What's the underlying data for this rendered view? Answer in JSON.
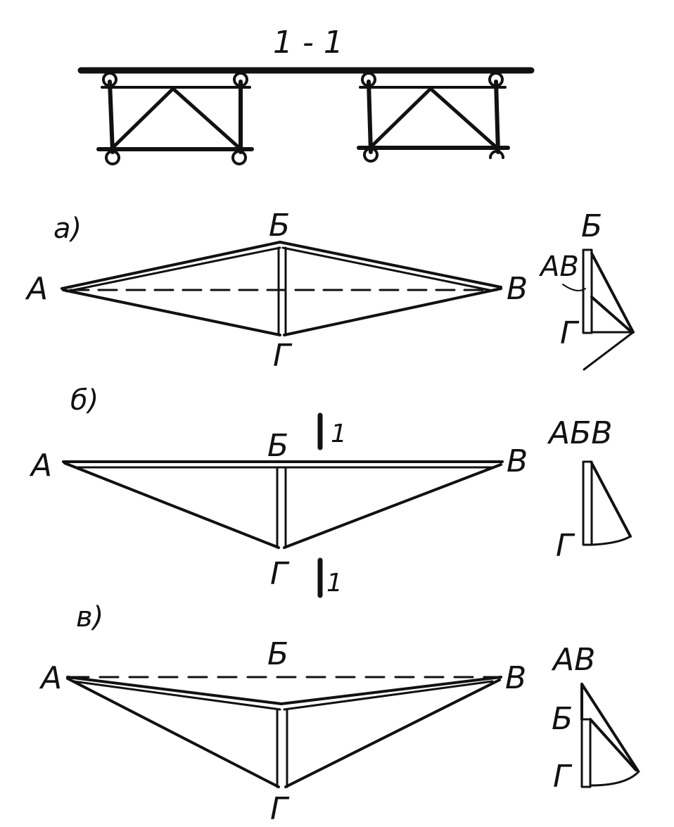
{
  "section_label": "1 - 1",
  "panels": [
    {
      "tag": "а)",
      "nodes": {
        "A": "А",
        "B": "Б",
        "V": "В",
        "G": "Г"
      },
      "plan_labels": {
        "top": "Б",
        "side": "АВ",
        "bottom": "Г"
      }
    },
    {
      "tag": "б)",
      "nodes": {
        "A": "А",
        "B": "Б",
        "V": "В",
        "G": "Г"
      },
      "cut_mark": "1",
      "plan_labels": {
        "top": "АБВ",
        "bottom": "Г"
      }
    },
    {
      "tag": "в)",
      "nodes": {
        "A": "А",
        "B": "Б",
        "V": "В",
        "G": "Г"
      },
      "plan_labels": {
        "top": "АВ",
        "side": "Б",
        "bottom": "Г"
      }
    }
  ]
}
